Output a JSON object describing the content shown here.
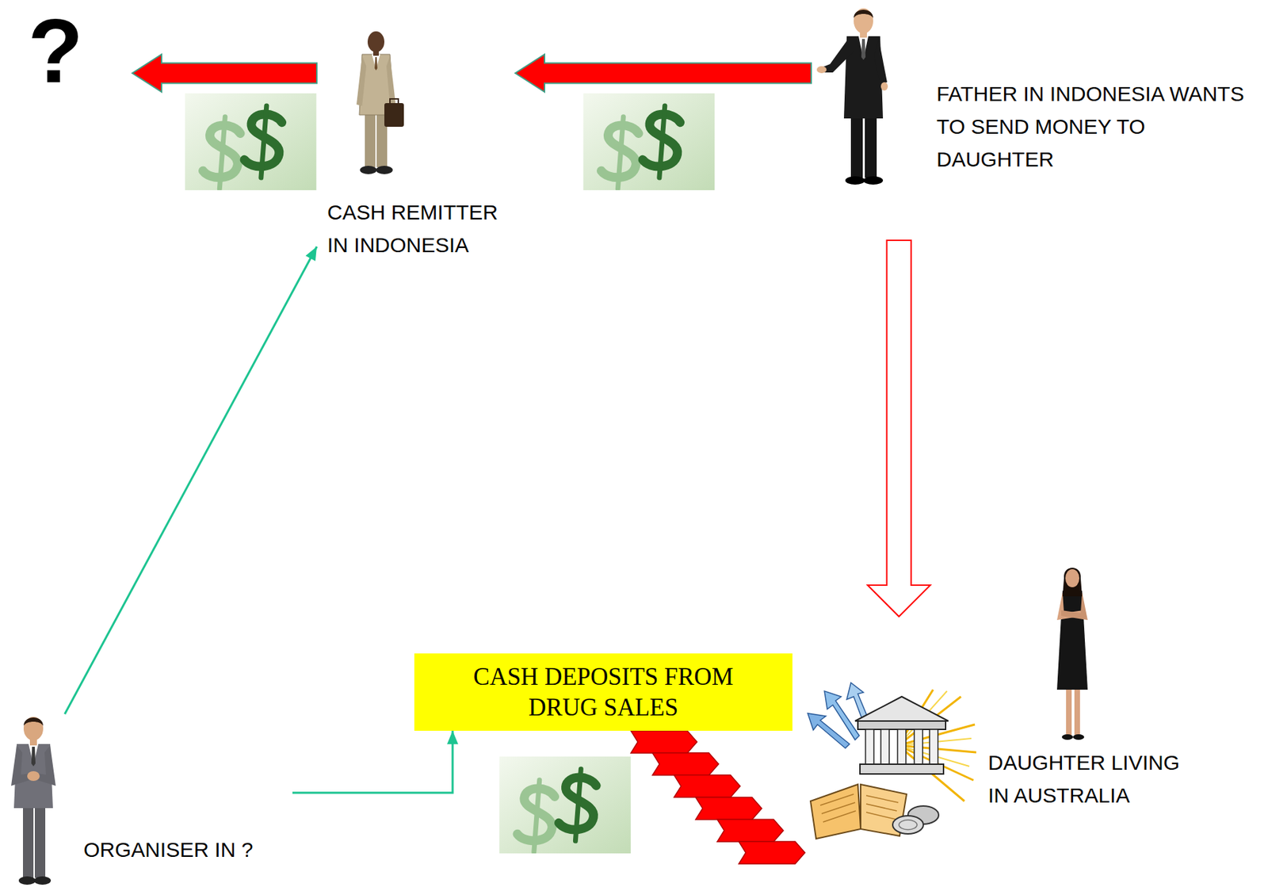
{
  "diagram": {
    "nodes": [
      {
        "text": [
          "?"
        ]
      },
      {
        "text": [
          "CASH REMITTER IN INDONESIA"
        ]
      },
      {
        "text": [
          "FATHER IN INDONESIA WANTS TO SEND MONEY TO DAUGHTER"
        ]
      },
      {
        "text": [
          "CASH DEPOSITS FROM DRUG SALES"
        ]
      },
      {
        "text": [
          "DAUGHTER LIVING IN AUSTRALIA"
        ]
      },
      {
        "text": [
          "ORGANISER IN ?"
        ]
      }
    ],
    "edges": [
      {
        "from": 1,
        "to": 0,
        "arrow": "to"
      },
      {
        "from": 2,
        "to": 1,
        "arrow": "to"
      },
      {
        "from": 2,
        "to": 4,
        "arrow": "to"
      },
      {
        "from": 5,
        "to": 1,
        "arrow": "to"
      },
      {
        "from": 5,
        "to": 3,
        "arrow": "to"
      },
      {
        "from": 3,
        "to": 4,
        "arrow": "to"
      }
    ]
  }
}
